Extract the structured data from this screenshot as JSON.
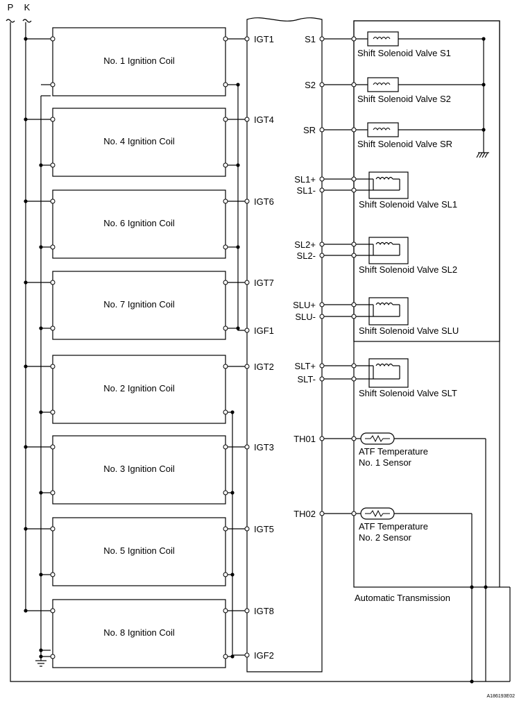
{
  "top_labels": {
    "p": "P",
    "k": "K"
  },
  "coils": [
    {
      "name": "No. 1 Ignition Coil",
      "pins": [
        "IGT1"
      ]
    },
    {
      "name": "No. 4 Ignition Coil",
      "pins": [
        "IGT4"
      ]
    },
    {
      "name": "No. 6 Ignition Coil",
      "pins": [
        "IGT6"
      ]
    },
    {
      "name": "No. 7 Ignition Coil",
      "pins": [
        "IGT7",
        "IGF1"
      ]
    },
    {
      "name": "No. 2 Ignition Coil",
      "pins": [
        "IGT2"
      ]
    },
    {
      "name": "No. 3 Ignition Coil",
      "pins": [
        "IGT3"
      ]
    },
    {
      "name": "No. 5 Ignition Coil",
      "pins": [
        "IGT5"
      ]
    },
    {
      "name": "No. 8 Ignition Coil",
      "pins": [
        "IGT8",
        "IGF2"
      ]
    }
  ],
  "solenoids_single": [
    {
      "pin": "S1",
      "name": "Shift Solenoid Valve S1"
    },
    {
      "pin": "S2",
      "name": "Shift Solenoid Valve S2"
    },
    {
      "pin": "SR",
      "name": "Shift Solenoid Valve SR"
    }
  ],
  "solenoids_double": [
    {
      "pin_plus": "SL1+",
      "pin_minus": "SL1-",
      "name": "Shift Solenoid Valve SL1"
    },
    {
      "pin_plus": "SL2+",
      "pin_minus": "SL2-",
      "name": "Shift Solenoid Valve SL2"
    },
    {
      "pin_plus": "SLU+",
      "pin_minus": "SLU-",
      "name": "Shift Solenoid Valve SLU"
    },
    {
      "pin_plus": "SLT+",
      "pin_minus": "SLT-",
      "name": "Shift Solenoid Valve SLT"
    }
  ],
  "sensors": [
    {
      "pin": "TH01",
      "line1": "ATF Temperature",
      "line2": "No. 1 Sensor"
    },
    {
      "pin": "TH02",
      "line1": "ATF Temperature",
      "line2": "No. 2 Sensor"
    }
  ],
  "transmission_label": "Automatic Transmission",
  "figure_code": "A186193E02"
}
